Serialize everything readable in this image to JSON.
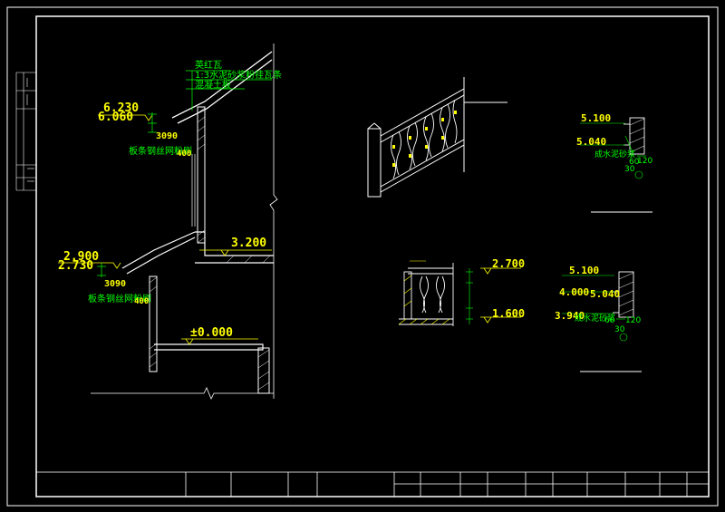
{
  "colors": {
    "background": "#000000",
    "frame": "#ffffff",
    "dimension": "#ffff00",
    "annotation": "#00ff00",
    "wall": "#ffffff",
    "hatch": "#ffffff"
  },
  "section": {
    "roof_note": {
      "l1": "英红瓦",
      "l2": "1:3水泥砂浆粉挂瓦条",
      "l3": "混凝土板"
    },
    "elev_6230": "6.230",
    "elev_6060": "6.060",
    "dim_3090_upper": "3090",
    "slab_note_upper": "板条钢丝网粉刷",
    "dim_400_upper": "400",
    "elev_3200": "3.200",
    "elev_2900": "2.900",
    "elev_2730": "2.730",
    "dim_3090_lower": "3090",
    "slab_note_lower": "板条钢丝网粉刷",
    "dim_400_lower": "400",
    "elev_0000": "±0.000"
  },
  "railing_detail": {
    "elev_2700": "2.700",
    "elev_1600": "1.600"
  },
  "eave_details": {
    "a_5100": "5.100",
    "a_5040": "5.040",
    "a_note": "成水泥砂浆",
    "a_dim_60": "60",
    "a_dim_120": "120",
    "a_dim_30": "30",
    "b_5100": "5.100",
    "b_4000": "4.000",
    "b_5040": "5.040",
    "b_3940": "3.940",
    "b_note": "成水泥砂浆",
    "b_dim_60": "60",
    "b_dim_120": "120",
    "b_dim_30": "30"
  }
}
